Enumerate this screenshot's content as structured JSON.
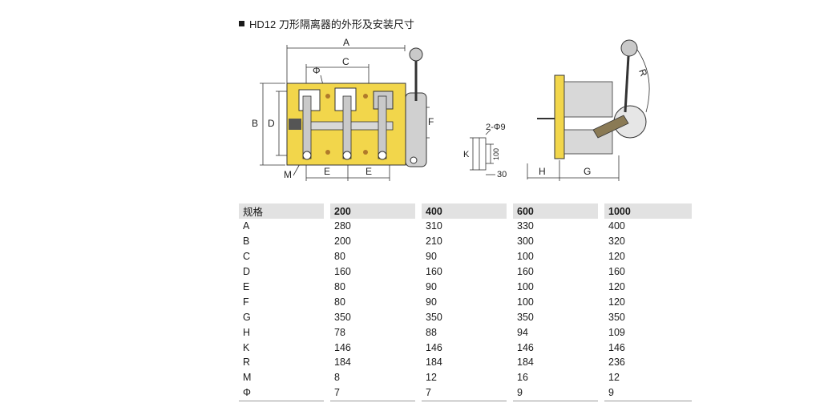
{
  "heading": "HD12 刀形隔离器的外形及安装尺寸",
  "diagram": {
    "front_labels": [
      "A",
      "C",
      "Φ",
      "B",
      "D",
      "F",
      "M",
      "E",
      "E"
    ],
    "small_labels": [
      "2-Φ9",
      "K",
      "100",
      "30"
    ],
    "side_labels": [
      "R",
      "H",
      "G"
    ],
    "colors": {
      "plate": "#f2d64b",
      "metal": "#bdbdbd",
      "outline": "#333333"
    }
  },
  "table": {
    "headers": [
      "规格",
      "200",
      "400",
      "600",
      "1000"
    ],
    "rows": [
      [
        "A",
        "280",
        "310",
        "330",
        "400"
      ],
      [
        "B",
        "200",
        "210",
        "300",
        "320"
      ],
      [
        "C",
        "80",
        "90",
        "100",
        "120"
      ],
      [
        "D",
        "160",
        "160",
        "160",
        "160"
      ],
      [
        "E",
        "80",
        "90",
        "100",
        "120"
      ],
      [
        "F",
        "80",
        "90",
        "100",
        "120"
      ],
      [
        "G",
        "350",
        "350",
        "350",
        "350"
      ],
      [
        "H",
        "78",
        "88",
        "94",
        "109"
      ],
      [
        "K",
        "146",
        "146",
        "146",
        "146"
      ],
      [
        "R",
        "184",
        "184",
        "184",
        "236"
      ],
      [
        "M",
        "8",
        "12",
        "16",
        "12"
      ],
      [
        "Φ",
        "7",
        "7",
        "9",
        "9"
      ]
    ]
  }
}
